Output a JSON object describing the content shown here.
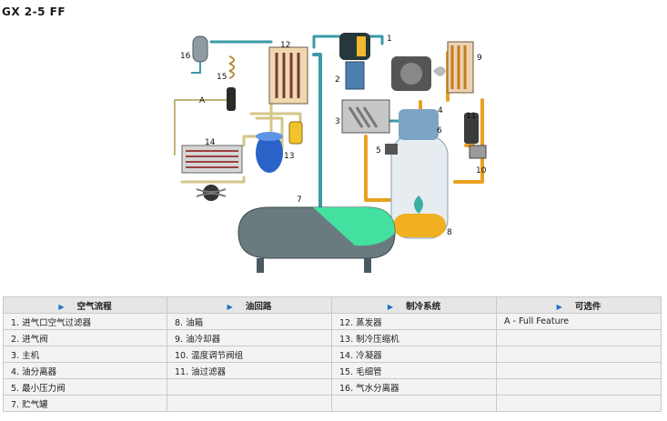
{
  "page": {
    "title": "GX 2-5 FF"
  },
  "diagram": {
    "label_a": "A",
    "numbers": [
      "1",
      "2",
      "3",
      "4",
      "5",
      "6",
      "7",
      "8",
      "9",
      "10",
      "11",
      "12",
      "13",
      "14",
      "15",
      "16"
    ]
  },
  "legend": {
    "headers": [
      "空气流程",
      "油回路",
      "制冷系统",
      "可选件"
    ],
    "rows": [
      [
        "1. 进气口空气过滤器",
        "8. 油箱",
        "12. 蒸发器",
        "A - Full Feature"
      ],
      [
        "2. 进气阀",
        "9. 油冷却器",
        "13. 制冷压缩机",
        ""
      ],
      [
        "3. 主机",
        "10. 温度调节阀组",
        "14. 冷凝器",
        ""
      ],
      [
        "4. 油分离器",
        "11. 油过滤器",
        "15. 毛细管",
        ""
      ],
      [
        "5. 最小压力阀",
        "",
        "16. 气水分离器",
        ""
      ],
      [
        "7. 贮气罐",
        "",
        "",
        ""
      ]
    ]
  },
  "colors": {
    "air_pipe": "#3a9aa6",
    "oil_pipe": "#e8a020",
    "refrigerant_pipe": "#d4c68a",
    "tank_fill": "#44e0a0",
    "header_arrow": "#1a6fc9"
  }
}
